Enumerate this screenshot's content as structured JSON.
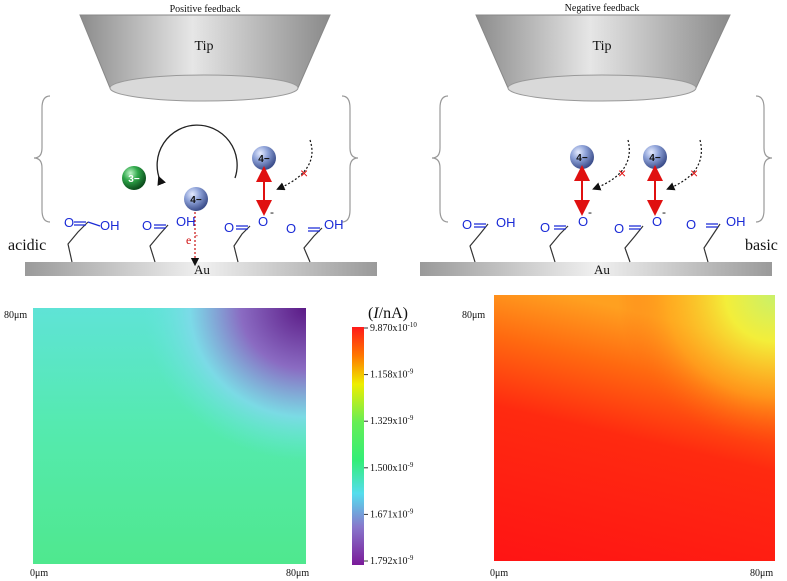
{
  "panels": {
    "left_title": "Positive feedback",
    "right_title": "Negative feedback",
    "tip_label": "Tip",
    "electrode_label": "Au",
    "left_condition": "acidic",
    "right_condition": "basic"
  },
  "chem": {
    "cooh": "OH",
    "oxygen": "O",
    "charge_minus": "-",
    "ion4": "4−",
    "ion3": "3−",
    "electron": "e",
    "cross": "×"
  },
  "maps": {
    "left_y_top": "80μm",
    "left_x_start": "0μm",
    "left_x_end": "80μm",
    "right_y_top": "80μm",
    "right_x_start": "0μm",
    "right_x_end": "80μm"
  },
  "colorbar": {
    "label_paren_open": "(",
    "label_var": "I",
    "label_unit": "/nA)",
    "ticks": [
      {
        "mant": "9.870x10",
        "exp": "-10"
      },
      {
        "mant": "1.158x10",
        "exp": "-9"
      },
      {
        "mant": "1.329x10",
        "exp": "-9"
      },
      {
        "mant": "1.500x10",
        "exp": "-9"
      },
      {
        "mant": "1.671x10",
        "exp": "-9"
      },
      {
        "mant": "1.792x10",
        "exp": "-9"
      }
    ],
    "colors_top_to_bottom": [
      "#ff1a1a",
      "#ff7700",
      "#eeee00",
      "#33ee77",
      "#44ddbb",
      "#55ddee",
      "#8877cc",
      "#7a1a99"
    ]
  },
  "colors": {
    "hexacyanide": "#6a80bf",
    "ferrocyanide_green": "#1f8a3a",
    "carboxyl": "#1a2ad6",
    "arrow_red": "#e01010",
    "tip_grey": "#bdbdbd"
  }
}
